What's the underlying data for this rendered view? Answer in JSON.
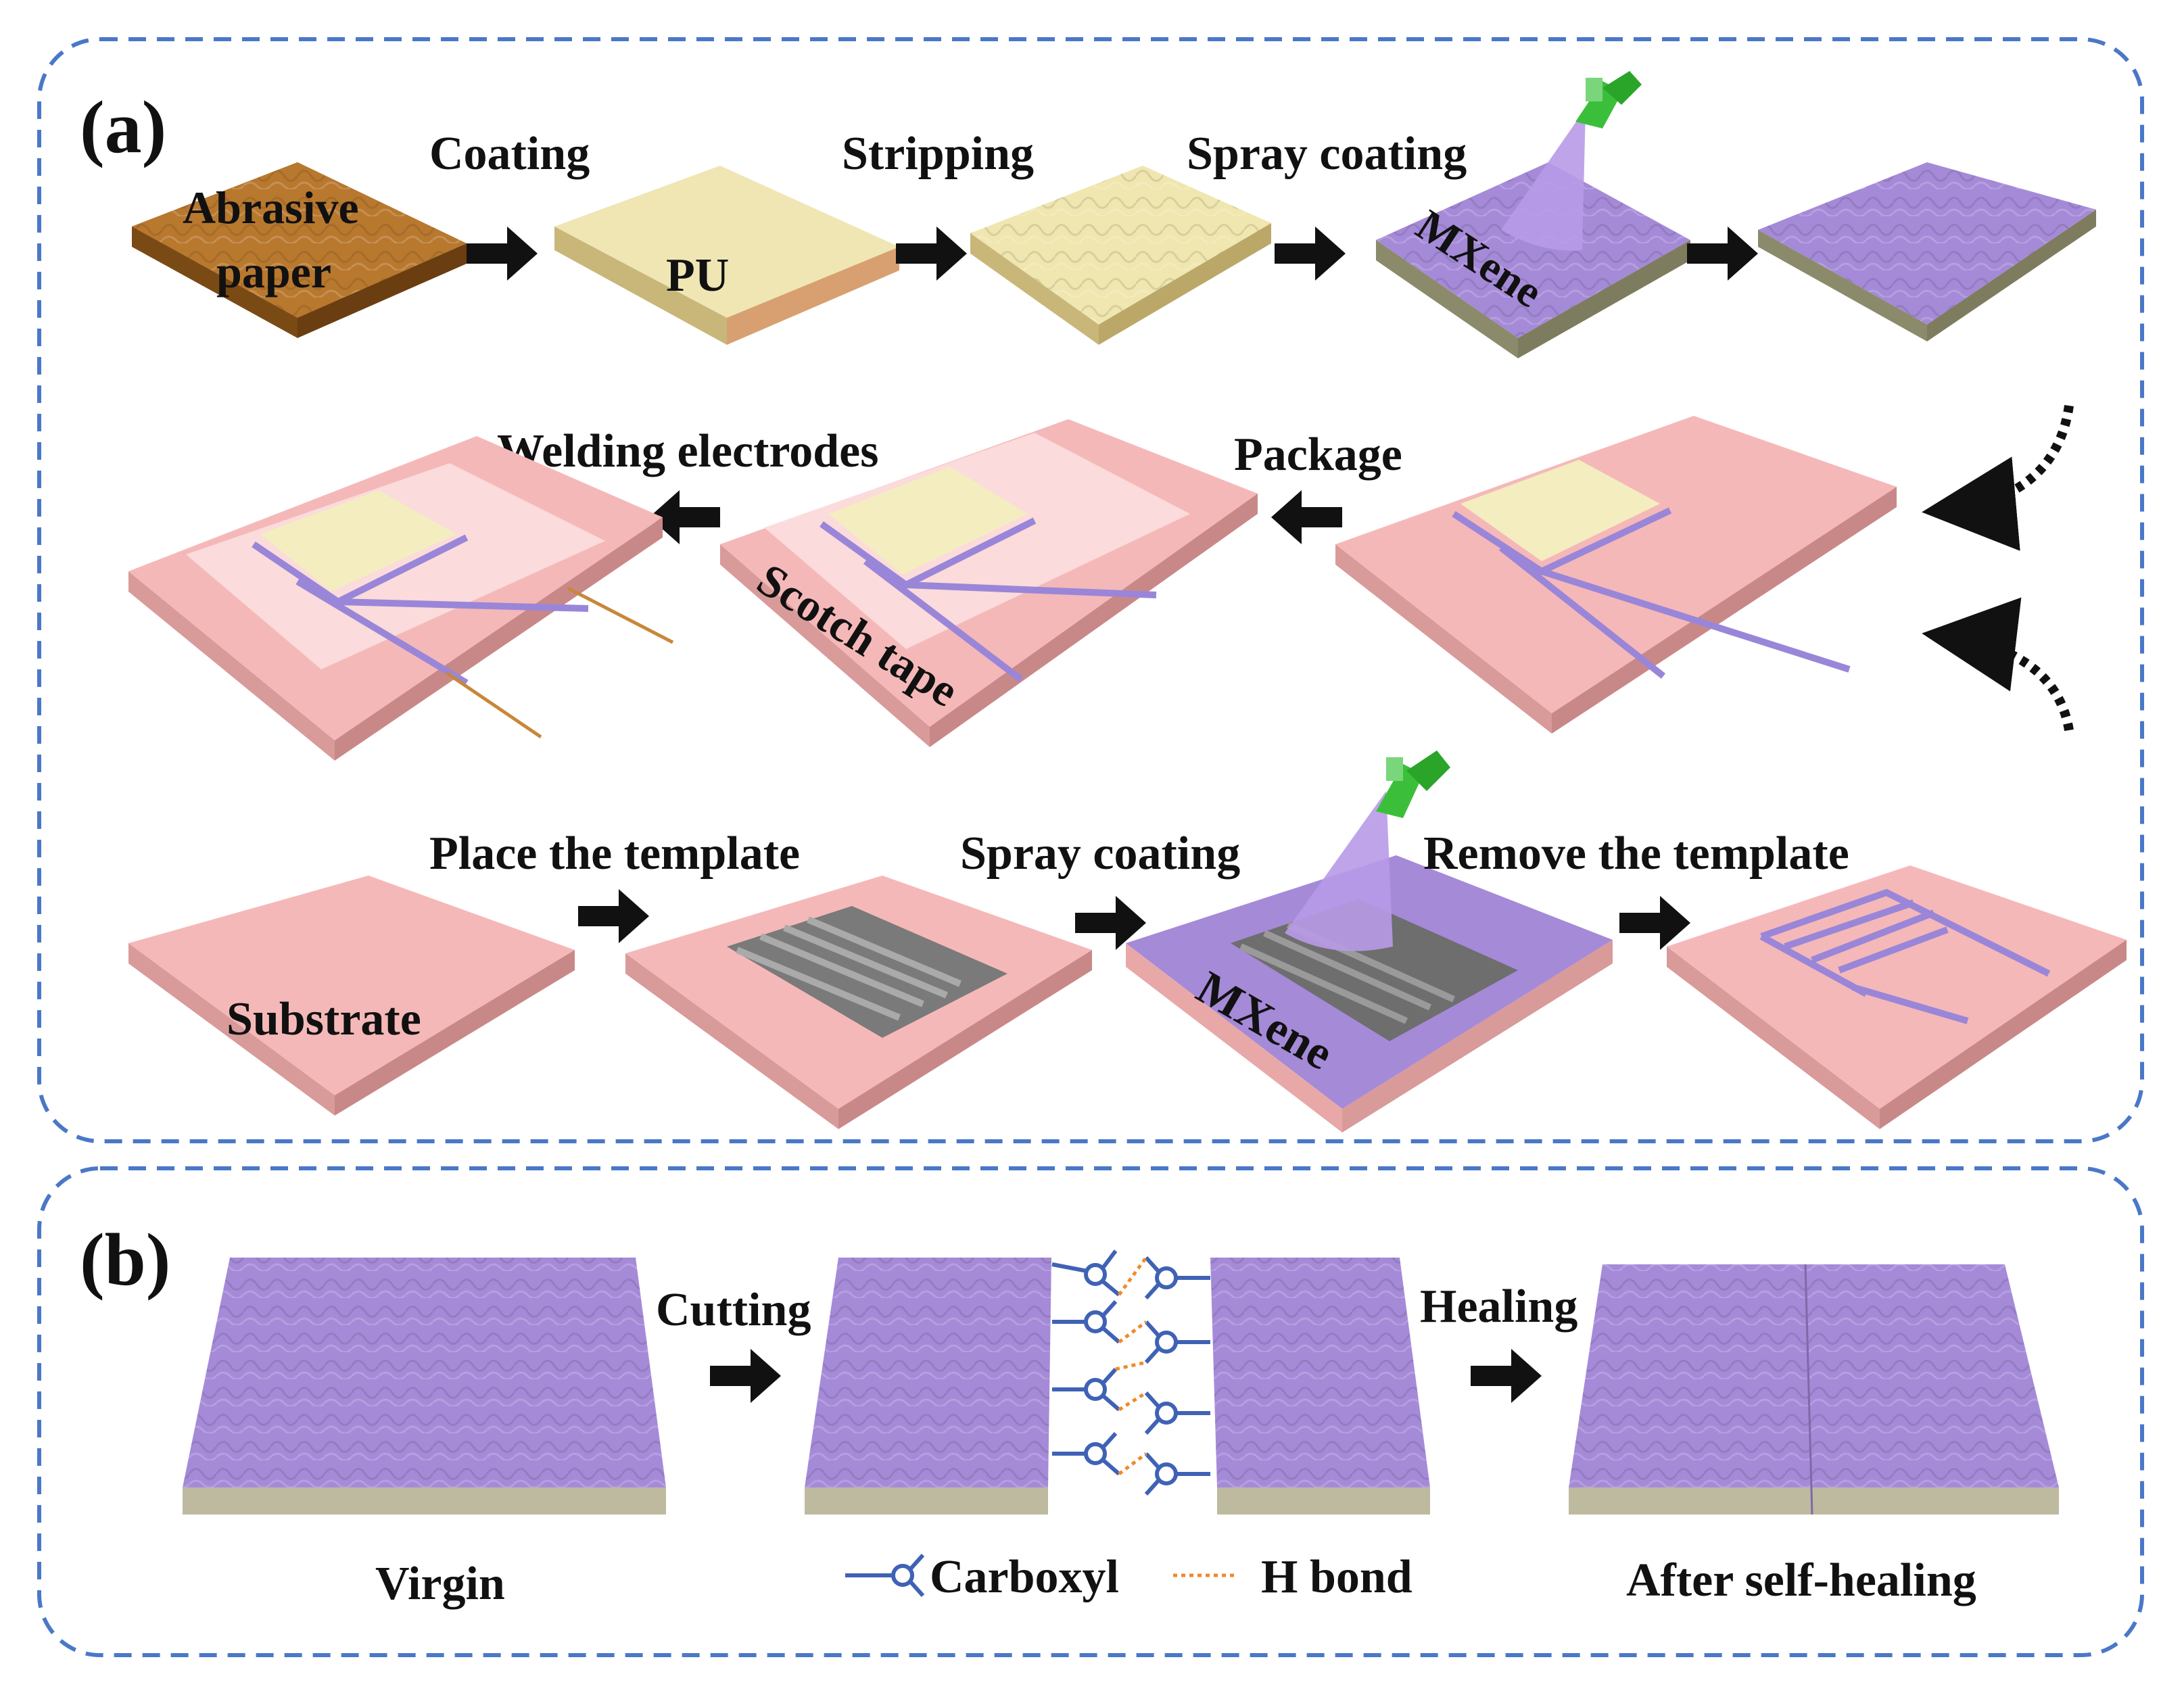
{
  "panel_a": {
    "label": "(a)",
    "row1": {
      "steps": [
        "Coating",
        "Stripping",
        "Spray coating"
      ],
      "abrasive_label_1": "Abrasive",
      "abrasive_label_2": "paper",
      "pu_label": "PU",
      "mxene_label": "MXene"
    },
    "row2": {
      "steps": [
        "Welding electrodes",
        "Package"
      ],
      "tape_label": "Scotch tape"
    },
    "row3": {
      "steps": [
        "Place the template",
        "Spray coating",
        "Remove the template"
      ],
      "substrate_label": "Substrate",
      "mxene_label": "MXene"
    }
  },
  "panel_b": {
    "label": "(b)",
    "steps": [
      "Cutting",
      "Healing"
    ],
    "captions": [
      "Virgin",
      "After self-healing"
    ],
    "legend": [
      "Carboxyl",
      "H bond"
    ]
  },
  "colors": {
    "frame": "#4a78c8",
    "abrasive": "#b8782e",
    "pu": "#efe6b4",
    "mxene": "#a58ad8",
    "substrate": "#f5b8b8",
    "template": "#7a7a7a",
    "hbond": "#f08a2a",
    "carboxyl": "#3f62b5"
  }
}
